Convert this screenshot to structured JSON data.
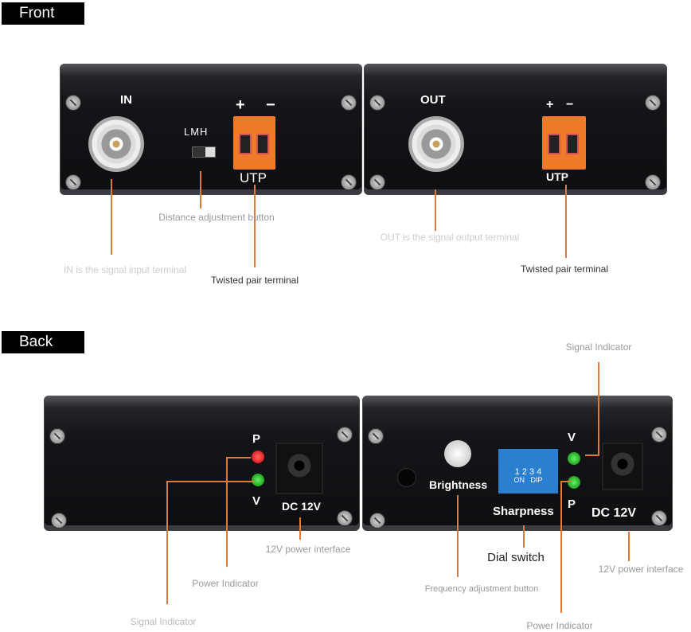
{
  "sections": {
    "front": "Front",
    "back": "Back"
  },
  "front": {
    "in": "IN",
    "lmh": "LMH",
    "plus": "+",
    "minus": "−",
    "utp": "UTP",
    "out": "OUT"
  },
  "back": {
    "p": "P",
    "v": "V",
    "dc": "DC 12V",
    "brightness": "Brightness",
    "sharpness": "Sharpness",
    "dip_nums": "1 2 3 4",
    "dip_on": "ON",
    "dip": "DIP"
  },
  "callouts": {
    "distance": "Distance adjustment button",
    "in_terminal": "IN is the signal input terminal",
    "twisted_left": "Twisted pair terminal",
    "out_terminal": "OUT is the signal output terminal",
    "twisted_right": "Twisted pair terminal",
    "signal_left": "Signal Indicator",
    "power_left": "Power Indicator",
    "power_iface_left": "12V power interface",
    "signal_right": "Signal Indicator",
    "dial": "Dial switch",
    "frequency": "Frequency adjustment button",
    "power_right": "Power Indicator",
    "power_iface_right": "12V power interface"
  },
  "colors": {
    "accent": "#e07a3a",
    "terminal": "#f07a2a",
    "dip": "#2a7fd0"
  }
}
